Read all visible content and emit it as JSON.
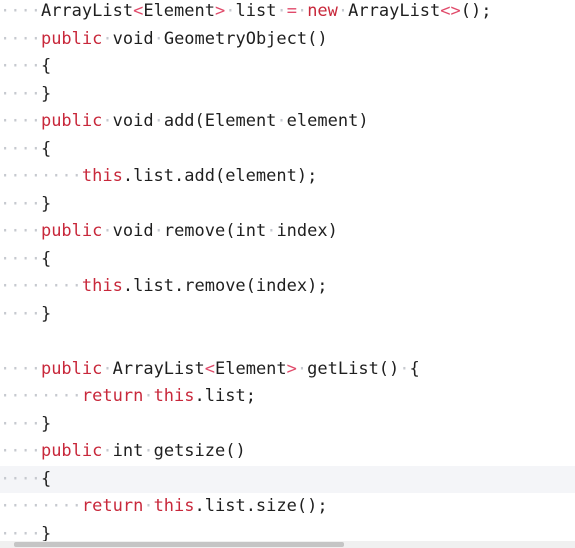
{
  "editor": {
    "language": "java",
    "current_line_index": 17,
    "colors": {
      "keyword": "#c8283b",
      "operator": "#e04a6a",
      "text": "#1f1f1f",
      "whitespace_marker": "#c6c9cf",
      "current_line_bg": "#f4f5f8"
    },
    "lines": [
      {
        "indent": 4,
        "tokens": [
          {
            "t": "ArrayList",
            "c": "id"
          },
          {
            "t": "<",
            "c": "op"
          },
          {
            "t": "Element",
            "c": "id"
          },
          {
            "t": ">",
            "c": "op"
          },
          {
            "t": " ",
            "c": "ws"
          },
          {
            "t": "list",
            "c": "id"
          },
          {
            "t": " ",
            "c": "ws"
          },
          {
            "t": "=",
            "c": "op"
          },
          {
            "t": " ",
            "c": "ws"
          },
          {
            "t": "new",
            "c": "kw"
          },
          {
            "t": " ",
            "c": "ws"
          },
          {
            "t": "ArrayList",
            "c": "id"
          },
          {
            "t": "<>",
            "c": "op"
          },
          {
            "t": "();",
            "c": "id"
          }
        ]
      },
      {
        "indent": 4,
        "tokens": [
          {
            "t": "public",
            "c": "kw"
          },
          {
            "t": " ",
            "c": "ws"
          },
          {
            "t": "void",
            "c": "id"
          },
          {
            "t": " ",
            "c": "ws"
          },
          {
            "t": "GeometryObject()",
            "c": "id"
          }
        ]
      },
      {
        "indent": 4,
        "tokens": [
          {
            "t": "{",
            "c": "id"
          }
        ]
      },
      {
        "indent": 4,
        "tokens": [
          {
            "t": "}",
            "c": "id"
          }
        ]
      },
      {
        "indent": 4,
        "tokens": [
          {
            "t": "public",
            "c": "kw"
          },
          {
            "t": " ",
            "c": "ws"
          },
          {
            "t": "void",
            "c": "id"
          },
          {
            "t": " ",
            "c": "ws"
          },
          {
            "t": "add(Element",
            "c": "id"
          },
          {
            "t": " ",
            "c": "ws"
          },
          {
            "t": "element)",
            "c": "id"
          }
        ]
      },
      {
        "indent": 4,
        "tokens": [
          {
            "t": "{",
            "c": "id"
          }
        ]
      },
      {
        "indent": 8,
        "tokens": [
          {
            "t": "this",
            "c": "kw"
          },
          {
            "t": ".list.add(element);",
            "c": "id"
          }
        ]
      },
      {
        "indent": 4,
        "tokens": [
          {
            "t": "}",
            "c": "id"
          }
        ]
      },
      {
        "indent": 4,
        "tokens": [
          {
            "t": "public",
            "c": "kw"
          },
          {
            "t": " ",
            "c": "ws"
          },
          {
            "t": "void",
            "c": "id"
          },
          {
            "t": " ",
            "c": "ws"
          },
          {
            "t": "remove(int",
            "c": "id"
          },
          {
            "t": " ",
            "c": "ws"
          },
          {
            "t": "index)",
            "c": "id"
          }
        ]
      },
      {
        "indent": 4,
        "tokens": [
          {
            "t": "{",
            "c": "id"
          }
        ]
      },
      {
        "indent": 8,
        "tokens": [
          {
            "t": "this",
            "c": "kw"
          },
          {
            "t": ".list.remove(index);",
            "c": "id"
          }
        ]
      },
      {
        "indent": 4,
        "tokens": [
          {
            "t": "}",
            "c": "id"
          }
        ]
      },
      {
        "indent": 0,
        "tokens": []
      },
      {
        "indent": 4,
        "tokens": [
          {
            "t": "public",
            "c": "kw"
          },
          {
            "t": " ",
            "c": "ws"
          },
          {
            "t": "ArrayList",
            "c": "id"
          },
          {
            "t": "<",
            "c": "op"
          },
          {
            "t": "Element",
            "c": "id"
          },
          {
            "t": ">",
            "c": "op"
          },
          {
            "t": " ",
            "c": "ws"
          },
          {
            "t": "getList()",
            "c": "id"
          },
          {
            "t": " ",
            "c": "ws"
          },
          {
            "t": "{",
            "c": "id"
          }
        ]
      },
      {
        "indent": 8,
        "tokens": [
          {
            "t": "return",
            "c": "kw"
          },
          {
            "t": " ",
            "c": "ws"
          },
          {
            "t": "this",
            "c": "kw"
          },
          {
            "t": ".list;",
            "c": "id"
          }
        ]
      },
      {
        "indent": 4,
        "tokens": [
          {
            "t": "}",
            "c": "id"
          }
        ]
      },
      {
        "indent": 4,
        "tokens": [
          {
            "t": "public",
            "c": "kw"
          },
          {
            "t": " ",
            "c": "ws"
          },
          {
            "t": "int",
            "c": "id"
          },
          {
            "t": " ",
            "c": "ws"
          },
          {
            "t": "getsize()",
            "c": "id"
          }
        ]
      },
      {
        "indent": 4,
        "tokens": [
          {
            "t": "{",
            "c": "id"
          }
        ]
      },
      {
        "indent": 8,
        "tokens": [
          {
            "t": "return",
            "c": "kw"
          },
          {
            "t": " ",
            "c": "ws"
          },
          {
            "t": "this",
            "c": "kw"
          },
          {
            "t": ".list.size();",
            "c": "id"
          }
        ]
      },
      {
        "indent": 4,
        "tokens": [
          {
            "t": "}",
            "c": "id"
          }
        ]
      }
    ]
  }
}
